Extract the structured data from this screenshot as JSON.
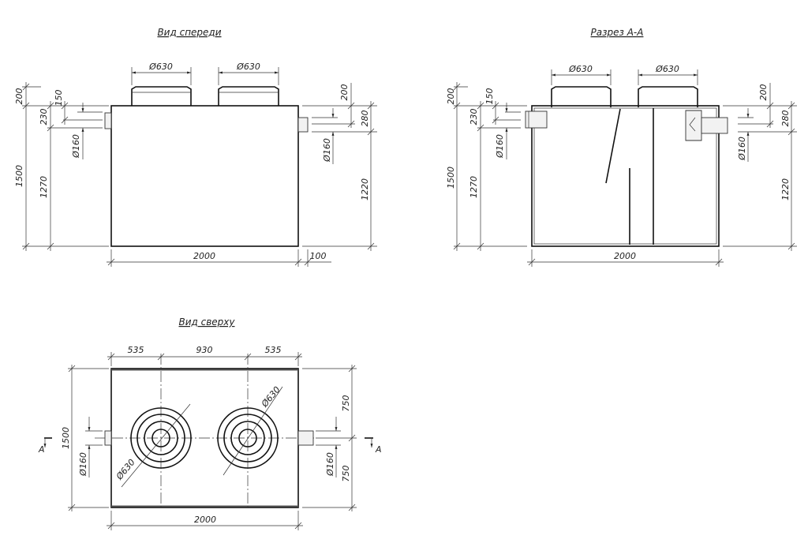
{
  "views": {
    "front": {
      "title": "Вид спереди",
      "manhole_dia_left": "Ø630",
      "manhole_dia_right": "Ø630",
      "dim_200_left": "200",
      "dim_150": "150",
      "dim_230": "230",
      "dim_1500": "1500",
      "dim_1270": "1270",
      "inlet_dia": "Ø160",
      "dim_200_right": "200",
      "dim_280": "280",
      "outlet_dia": "Ø160",
      "dim_1220": "1220",
      "length": "2000",
      "outlet_projection": "100"
    },
    "section": {
      "title": "Разрез А-А",
      "manhole_dia_left": "Ø630",
      "manhole_dia_right": "Ø630",
      "dim_200_left": "200",
      "dim_150": "150",
      "dim_230": "230",
      "dim_1500": "1500",
      "dim_1270": "1270",
      "inlet_dia": "Ø160",
      "dim_200_right": "200",
      "dim_280": "280",
      "outlet_dia": "Ø160",
      "dim_1220": "1220",
      "length": "2000"
    },
    "top": {
      "title": "Вид сверху",
      "dim_535_left": "535",
      "dim_930": "930",
      "dim_535_right": "535",
      "width": "1500",
      "half_top": "750",
      "half_bottom": "750",
      "manhole_dia_left": "Ø630",
      "manhole_dia_right": "Ø630",
      "inlet_dia": "Ø160",
      "outlet_dia": "Ø160",
      "length": "2000",
      "section_mark_left": "А",
      "section_mark_right": "А"
    }
  }
}
